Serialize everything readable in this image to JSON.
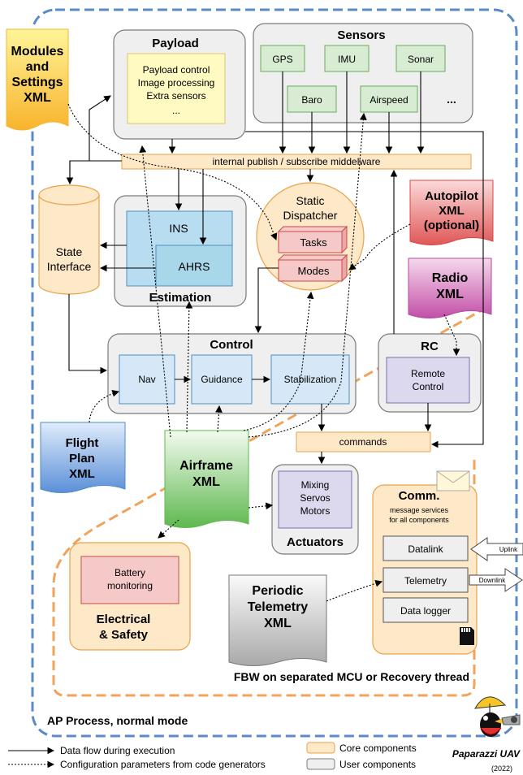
{
  "payload": {
    "title": "Payload",
    "lines": [
      "Payload control",
      "Image processing",
      "Extra sensors",
      "..."
    ]
  },
  "sensors": {
    "title": "Sensors",
    "gps": "GPS",
    "imu": "IMU",
    "sonar": "Sonar",
    "baro": "Baro",
    "airspeed": "Airspeed",
    "more": "..."
  },
  "modules_xml": {
    "lines": [
      "Modules",
      "and",
      "Settings",
      "XML"
    ]
  },
  "middleware": {
    "label": "internal publish / subscribe middelware"
  },
  "state_interface": {
    "lines": [
      "State",
      "Interface"
    ]
  },
  "estimation": {
    "title": "Estimation",
    "ins": "INS",
    "ahrs": "AHRS"
  },
  "dispatcher": {
    "lines": [
      "Static",
      "Dispatcher"
    ],
    "tasks": "Tasks",
    "modes": "Modes"
  },
  "autopilot_xml": {
    "lines": [
      "Autopilot",
      "XML",
      "(optional)"
    ]
  },
  "radio_xml": {
    "lines": [
      "Radio",
      "XML"
    ]
  },
  "control": {
    "title": "Control",
    "nav": "Nav",
    "guidance": "Guidance",
    "stabilization": "Stabilization"
  },
  "rc": {
    "title": "RC",
    "remote": [
      "Remote",
      "Control"
    ]
  },
  "flight_plan_xml": {
    "lines": [
      "Flight",
      "Plan",
      "XML"
    ]
  },
  "airframe_xml": {
    "lines": [
      "Airframe",
      "XML"
    ]
  },
  "commands": {
    "label": "commands"
  },
  "actuators": {
    "title": "Actuators",
    "lines": [
      "Mixing",
      "Servos",
      "Motors"
    ]
  },
  "comm": {
    "title": "Comm.",
    "subtitle": [
      "message services",
      "for all components"
    ],
    "datalink": "Datalink",
    "telemetry": "Telemetry",
    "logger": "Data logger",
    "uplink": "Uplink",
    "downlink": "Downlink"
  },
  "electrical": {
    "battery": [
      "Battery",
      "monitoring"
    ],
    "title": [
      "Electrical",
      "& Safety"
    ]
  },
  "periodic_xml": {
    "lines": [
      "Periodic",
      "Telemetry",
      "XML"
    ]
  },
  "fbw_label": "FBW on separated MCU or Recovery thread",
  "ap_label": "AP Process, normal mode",
  "legend": {
    "data_flow": "Data flow during execution",
    "config": "Configuration parameters from code generators",
    "core": "Core components",
    "user": "User components"
  },
  "branding": {
    "name": "Paparazzi UAV",
    "year": "(2022)"
  },
  "colors": {
    "orange_fill": "#fde8c8",
    "orange_border": "#e8a34a",
    "blue_fill": "#d6e8f7",
    "blue_border": "#4f8fc0",
    "green_fill": "#d8ecd3",
    "green_border": "#6aab5e",
    "gray_fill": "#efefef",
    "gray_border": "#7b7b7b",
    "yellow_fill": "#fff9c2",
    "purple_fill": "#dcd8ee",
    "pink_fill": "#f6c9c9",
    "dashed_blue": "#5b8ac6",
    "dashed_orange": "#f0a35a"
  }
}
